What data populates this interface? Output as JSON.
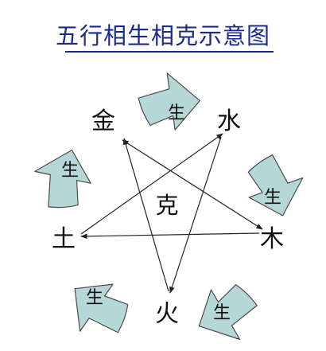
{
  "title": "五行相生相克示意图",
  "elements": {
    "metal": "金",
    "water": "水",
    "wood": "木",
    "fire": "火",
    "earth": "土"
  },
  "center_label": "克",
  "generating_label": "生",
  "colors": {
    "title": "#1c2a8a",
    "arrow_fill": "#b6d7d7",
    "arrow_stroke": "#4a4a4a",
    "line": "#222222"
  }
}
